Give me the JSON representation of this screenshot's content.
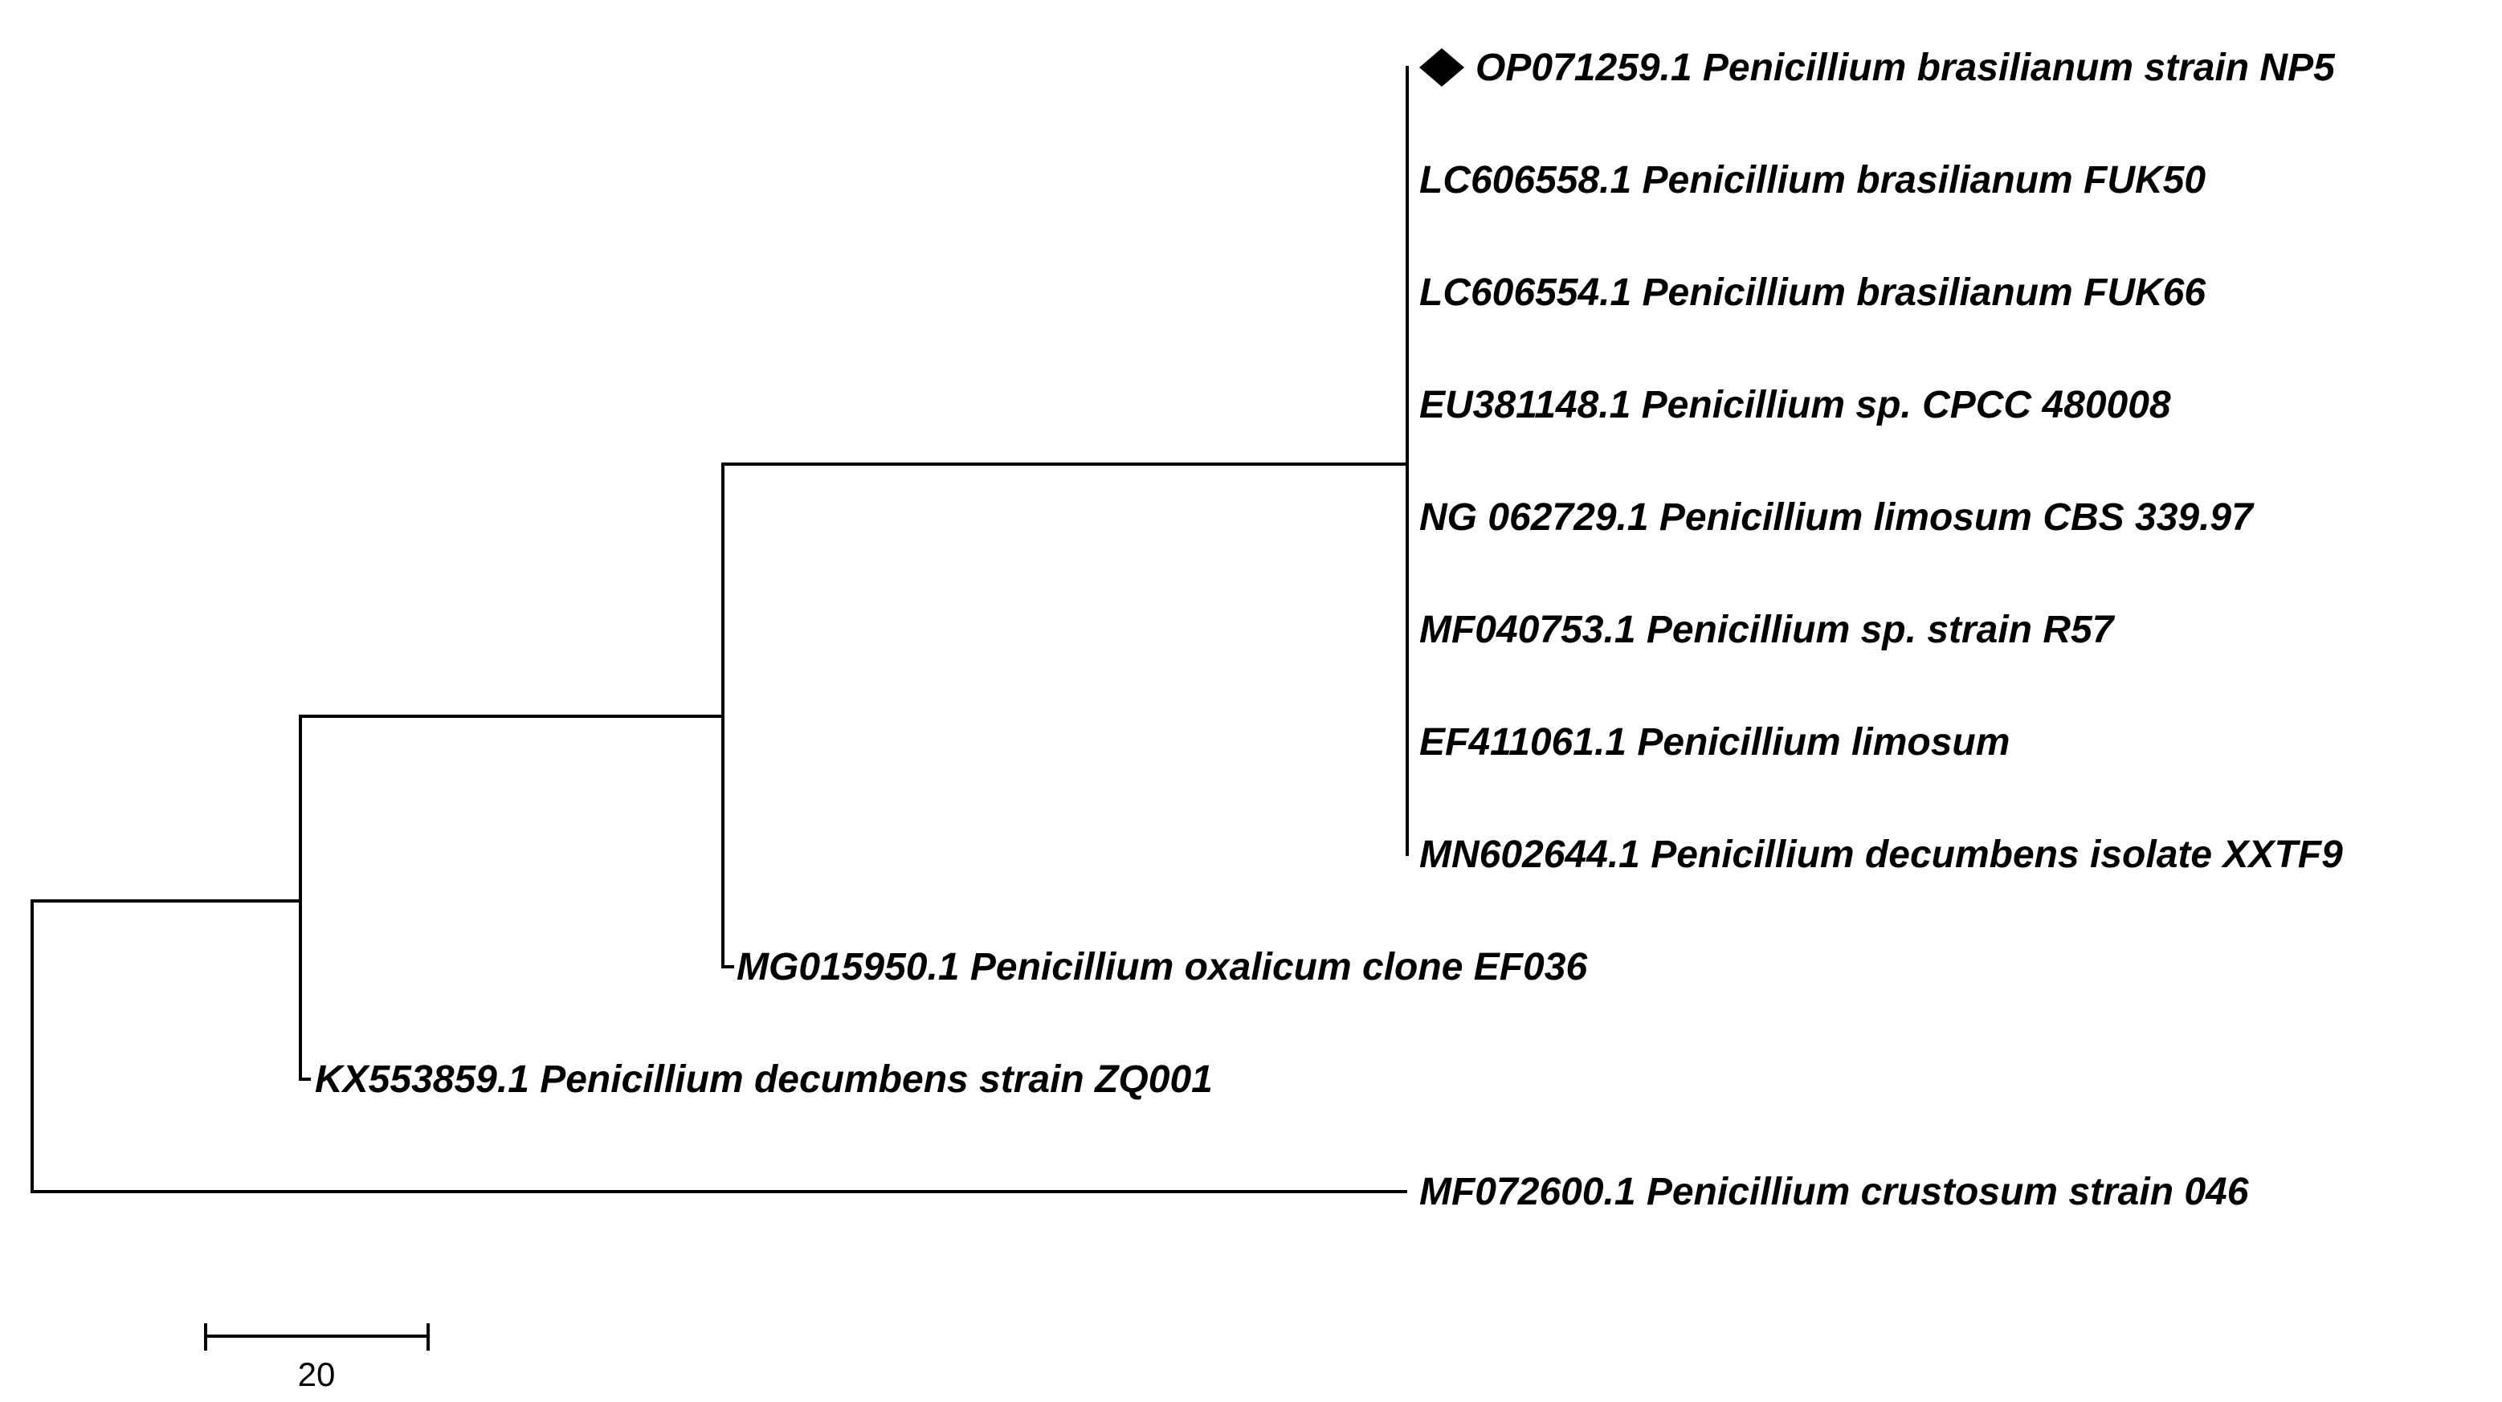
{
  "tree": {
    "taxa": [
      {
        "id": "t1",
        "label": "OP071259.1 Penicillium brasilianum strain NP5",
        "marker": "diamond"
      },
      {
        "id": "t2",
        "label": "LC606558.1 Penicillium brasilianum FUK50"
      },
      {
        "id": "t3",
        "label": "LC606554.1 Penicillium brasilianum FUK66"
      },
      {
        "id": "t4",
        "label": "EU381148.1 Penicillium sp. CPCC 480008"
      },
      {
        "id": "t5",
        "label": "NG 062729.1 Penicillium limosum CBS 339.97"
      },
      {
        "id": "t6",
        "label": "MF040753.1 Penicillium sp. strain R57"
      },
      {
        "id": "t7",
        "label": "EF411061.1 Penicillium limosum"
      },
      {
        "id": "t8",
        "label": "MN602644.1 Penicillium decumbens isolate XXTF9"
      },
      {
        "id": "t9",
        "label": "MG015950.1 Penicillium oxalicum clone EF036"
      },
      {
        "id": "t10",
        "label": "KX553859.1 Penicillium decumbens strain ZQ001"
      },
      {
        "id": "t11",
        "label": "MF072600.1 Penicillium crustosum strain 046"
      }
    ],
    "scale_bar": {
      "label": "20",
      "value": 20
    }
  }
}
